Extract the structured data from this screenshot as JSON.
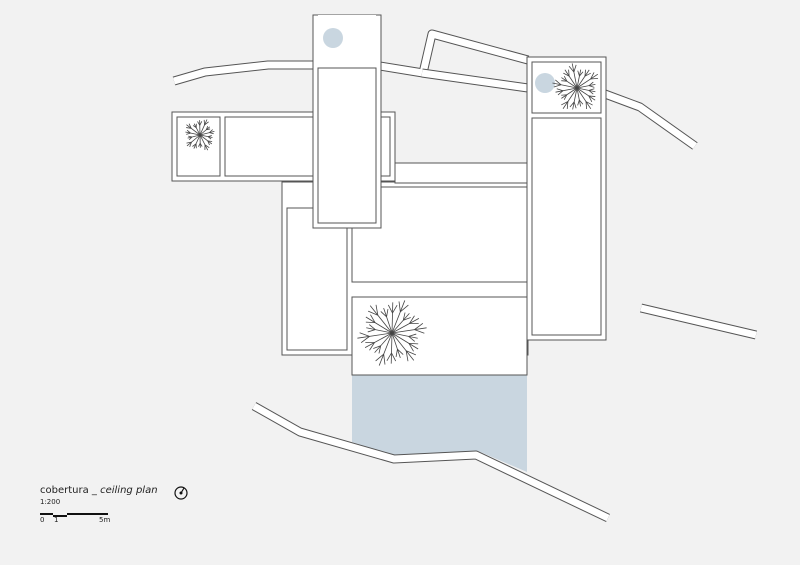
{
  "drawing": {
    "title": "cobertura",
    "separator": " _ ",
    "subtitle": "ceiling plan",
    "scale": "1:200",
    "scale_bar_labels": [
      "0",
      "1",
      "5m"
    ]
  },
  "colors": {
    "background": "#f2f2f2",
    "roof_fill": "#ffffff",
    "line": "#555555",
    "water_blue": "#c9d6e0"
  },
  "icons": [
    "north-arrow-icon",
    "tree-icon",
    "skylight-circle-icon"
  ]
}
